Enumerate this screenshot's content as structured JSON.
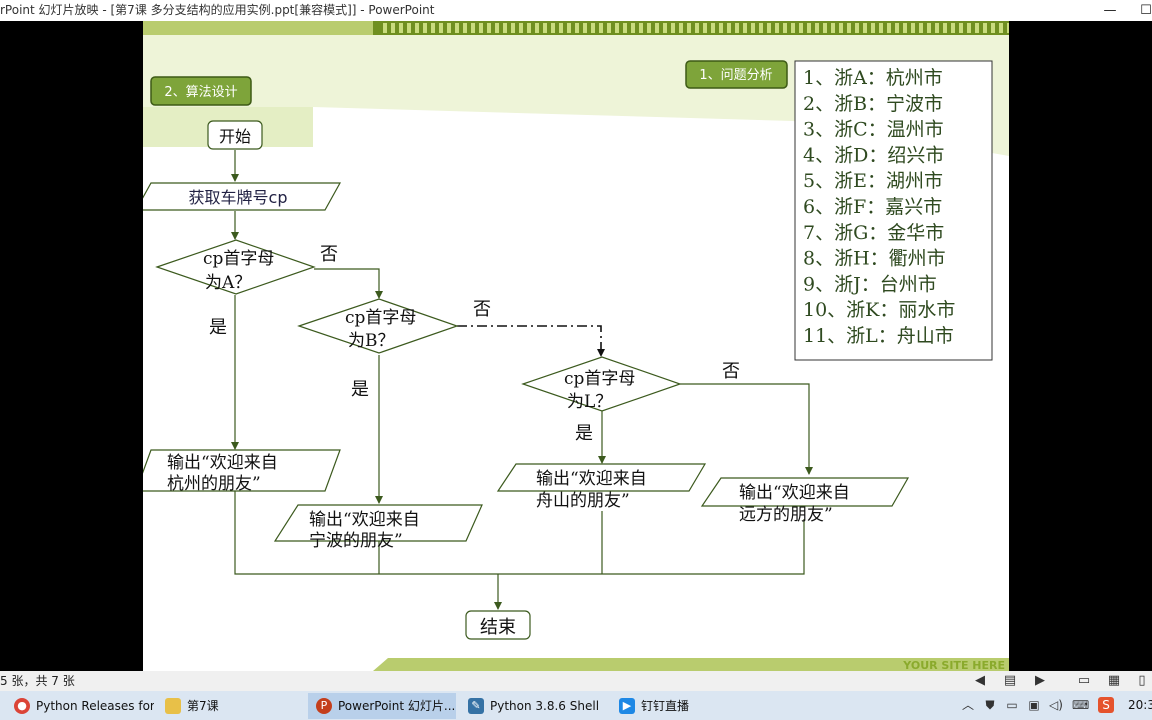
{
  "window": {
    "title": "rPoint 幻灯片放映 - [第7课 多分支结构的应用实例.ppt[兼容模式]] - PowerPoint"
  },
  "slide": {
    "buttons": {
      "algorithm": "2、算法设计",
      "analysis": "1、问题分析"
    },
    "legend": [
      "1、浙A：杭州市",
      "2、浙B：宁波市",
      "3、浙C：温州市",
      "4、浙D：绍兴市",
      "5、浙E：湖州市",
      "6、浙F：嘉兴市",
      "7、浙G：金华市",
      "8、浙H：衢州市",
      "9、浙J：台州市",
      "10、浙K：丽水市",
      "11、浙L：舟山市"
    ],
    "flow": {
      "start": "开始",
      "input": "获取车牌号cp",
      "d1": [
        "cp首字母",
        "为A？"
      ],
      "d2": [
        "cp首字母",
        "为B？"
      ],
      "d3": [
        "cp首字母",
        "为L？"
      ],
      "yes": "是",
      "no": "否",
      "out1": [
        "输出“欢迎来自",
        "杭州的朋友”"
      ],
      "out2": [
        "输出“欢迎来自",
        "宁波的朋友”"
      ],
      "out3": [
        "输出“欢迎来自",
        "舟山的朋友”"
      ],
      "out4": [
        "输出“欢迎来自",
        "远方的朋友”"
      ],
      "end": "结束"
    },
    "footer": "YOUR SITE HERE",
    "colors": {
      "accent": "#8aaa2c",
      "button": "#7ea43a",
      "light": "#eef4d8",
      "stroke": "#3c5a1e"
    }
  },
  "statusbar": {
    "text": "5 张，共 7 张"
  },
  "taskbar": {
    "items": [
      {
        "label": "Python Releases for...",
        "icon": "chrome-icon"
      },
      {
        "label": "第7课",
        "icon": "folder-icon"
      },
      {
        "label": "PowerPoint 幻灯片...",
        "icon": "powerpoint-icon"
      },
      {
        "label": "Python 3.8.6 Shell",
        "icon": "python-icon"
      },
      {
        "label": "钉钉直播",
        "icon": "dingtalk-icon"
      }
    ],
    "clock": "20:3"
  }
}
